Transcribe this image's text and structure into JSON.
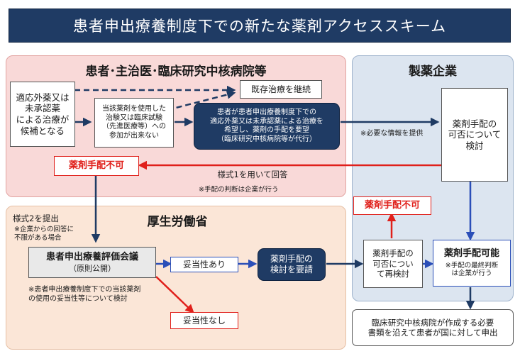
{
  "title": "患者申出療養制度下での新たな薬剤アクセススキーム",
  "regions": {
    "patient": "患者･主治医･臨床研究中核病院等",
    "pharma": "製薬企業",
    "mhlw": "厚生労働省"
  },
  "boxes": {
    "candidate": "適応外薬又は\n未承認薬\nによる治療が\n候補となる",
    "cannot_join": "当該薬剤を使用した\n治験又は臨床試験\n（先進医療等）への\n参加が出来ない",
    "continue_treatment": "既存治療を継続",
    "patient_request": "患者が患者申出療養制度下での\n適応外薬又は未承認薬による治療を\n希望し、薬剤の手配を要望\n（臨床研究中核病院等が代行）",
    "pharma_review": "薬剤手配の\n可否について\n検討",
    "not_available_left": "薬剤手配不可",
    "not_available_right": "薬剤手配不可",
    "council_title": "患者申出療養評価会議",
    "council_sub": "（原則公開）",
    "valid": "妥当性あり",
    "invalid": "妥当性なし",
    "request_review": "薬剤手配の\n検討を要請",
    "rereview": "薬剤手配の\n可否につい\nて再検討",
    "available_title": "薬剤手配可能",
    "available_note": "※手配の最終判断\nは企業が行う",
    "final_application": "臨床研究中核病院が作成する必要\n書類を沿えて患者が国に対して申出"
  },
  "labels": {
    "necessary_info": "※必要な情報を提供",
    "form1": "様式1を用いて回答",
    "form1_note": "※手配の判断は企業が行う",
    "form2": "様式2を提出",
    "form2_note": "※企業からの回答に\n不服がある場合",
    "council_note": "※患者申出療養制度下での当該薬剤\nの使用の妥当性等について検討"
  },
  "colors": {
    "navy": "#1f3b64",
    "red": "#e0201b",
    "blue": "#2b4fb8",
    "patient_bg": "#f9d9d8",
    "pharma_bg": "#dce5f0",
    "mhlw_bg": "#fbe6d7"
  }
}
